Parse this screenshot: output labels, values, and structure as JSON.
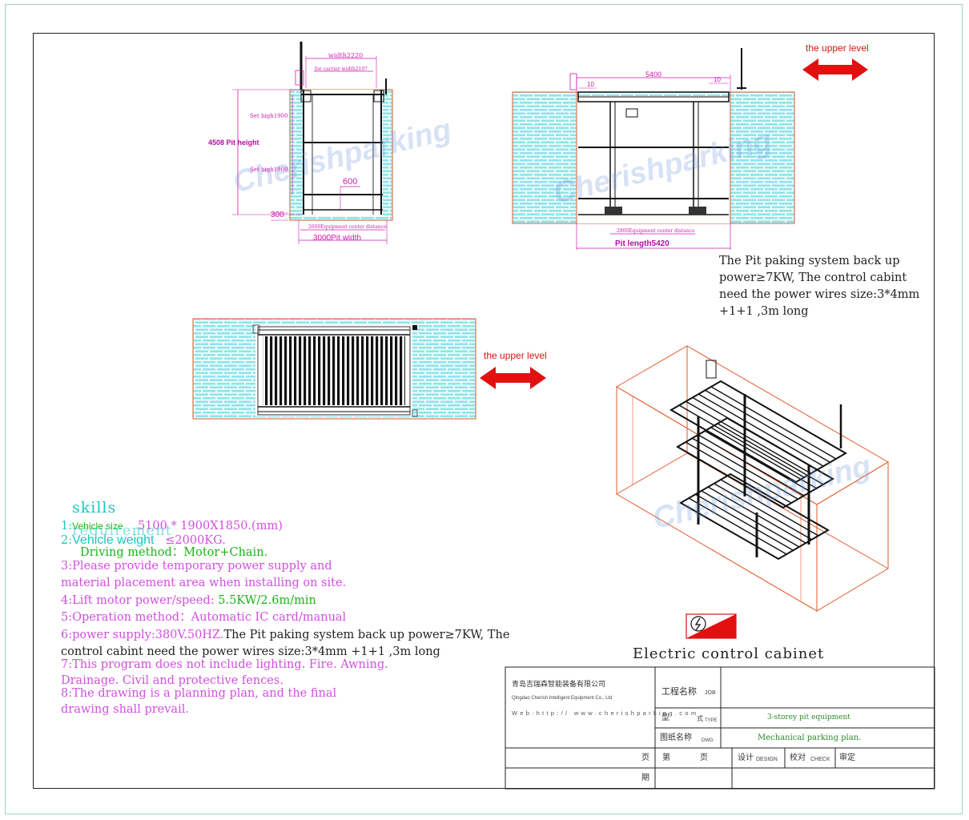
{
  "upper_level_label_1": "the upper level",
  "upper_level_label_2": "the upper level",
  "section_drawing": {
    "width_label": "width2220",
    "car_width_label": "for carrier width2107",
    "set_high_1": "Set high1900",
    "set_high_2": "Set high1900",
    "pit_height": "4508 Pit height",
    "dim_600": "600",
    "dim_300": "300",
    "equip_center": "2600Equipment center distance",
    "pit_width": "3000Pit width"
  },
  "side_drawing": {
    "dim_5400": "5400",
    "dim_10_left": "10",
    "dim_10_right": "10",
    "equip_center": "2800Equipment center distance",
    "pit_length": "Pit length5420"
  },
  "back_up_note": "The Pit paking system back up power≥7KW, The control cabint need the power wires size:3*4mm +1+1 ,3m long",
  "watermark": "Cherishparking",
  "electric_cabinet_label": "Electric control cabinet",
  "skills": {
    "title": "skills",
    "requirement_overlay": "requirement",
    "line1_num": "1:",
    "line1_label": "Vehicle size",
    "line1_value": "5100 * 1900X1850.(mm)",
    "line2_num": "2:",
    "line2_label": "Vehicle weight",
    "line2_value": "≤2000KG.",
    "line2b": "Driving method：Motor+Chain.",
    "line3a": "3:Please provide temporary power supply and",
    "line3b": "material placement area when installing on site.",
    "line4_label": "4:Lift motor power/speed: ",
    "line4_value": "5.5KW/2.6m/min",
    "line5_label": "5:Operation method：",
    "line5_value": "Automatic IC card/manual",
    "line6_label": "6:power supply:380V.50HZ.",
    "line6_value": "The Pit paking system back up power≥7KW, The",
    "line6b": "control cabint need the power wires size:3*4mm +1+1 ,3m long",
    "line7a": "7:This program does not include lighting. Fire. Awning.",
    "line7b": "Drainage. Civil and protective fences.",
    "line8a": "8:The drawing is a planning plan, and the final",
    "line8b": "drawing shall prevail."
  },
  "title_block": {
    "company_cn": "青岛吉瑞森智能装备有限公司",
    "company_en": "Qingdao Cherish Intelligent Equipment Co., Ltd",
    "website": "Web:http://  www.cherishparking.com",
    "job_cn": "工程名称",
    "job_en": "JOB",
    "type_cn1": "型",
    "type_cn2": "式",
    "type_en": "TYPE",
    "type_value": "3-storey pit equipment",
    "dwg_cn": "图纸名称",
    "dwg_en": "DWG",
    "dwg_value": "Mechanical parking plan.",
    "page_cn": "页",
    "di_cn": "第",
    "page_cn2": "页",
    "design_cn": "设计",
    "design_en": "DESIGN",
    "check_cn": "校对",
    "check_en": "CHECK",
    "approve_cn": "审定",
    "issue_cn": "期"
  },
  "colors": {
    "brick": "#7de0e6",
    "dimension": "#d01ab0",
    "pit_outline": "#e05a2a",
    "arrow": "#e31010",
    "note_pink": "#d24fe0",
    "note_green": "#19b514",
    "note_cyan": "#19c8c0"
  }
}
